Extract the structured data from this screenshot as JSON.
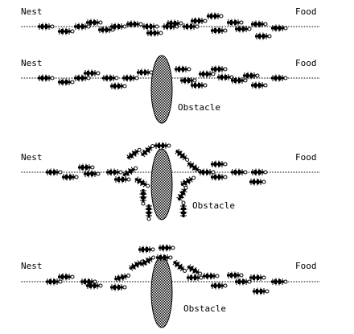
{
  "labels": {
    "nest": "Nest",
    "food": "Food",
    "obstacle": "Obstacle"
  },
  "panels": [
    {
      "id": "panel-1",
      "has_obstacle": false
    },
    {
      "id": "panel-2",
      "has_obstacle": true,
      "ant_arrangement": "obstacle placed on trail"
    },
    {
      "id": "panel-3",
      "has_obstacle": true,
      "ant_arrangement": "ants go around both sides"
    },
    {
      "id": "panel-4",
      "has_obstacle": true,
      "ant_arrangement": "ants favor the shorter path over the top"
    }
  ],
  "colors": {
    "ink": "#000000",
    "obstacle_fill": "#8a8a8a",
    "background": "#ffffff"
  }
}
